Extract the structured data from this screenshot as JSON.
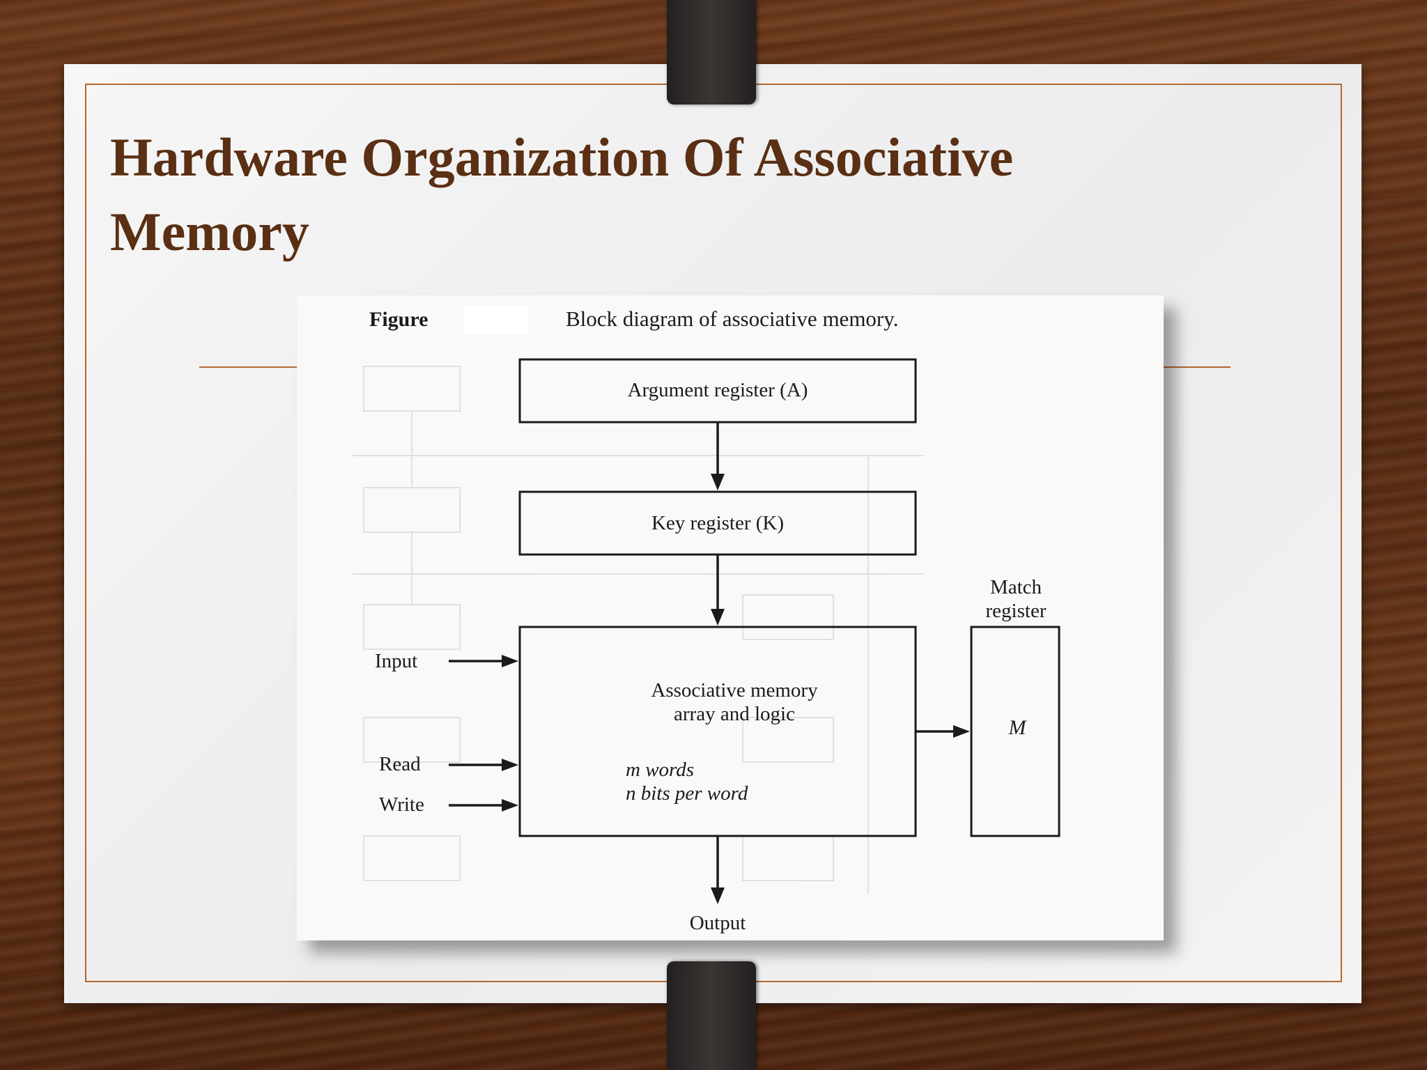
{
  "slide": {
    "title": "Hardware Organization Of Associative Memory"
  },
  "figure": {
    "caption_label": "Figure",
    "caption_text": "Block diagram of associative memory.",
    "argument_register": "Argument register (A)",
    "key_register": "Key register (K)",
    "memory_line1": "Associative memory",
    "memory_line2": "array and logic",
    "memory_line3": "m words",
    "memory_line4": "n bits per word",
    "match_register_line1": "Match",
    "match_register_line2": "register",
    "match_register_symbol": "M",
    "input_label": "Input",
    "read_label": "Read",
    "write_label": "Write",
    "output_label": "Output"
  },
  "colors": {
    "title": "#5a2f13",
    "accent_rule": "#b5672f",
    "strap": "#2b2827"
  }
}
